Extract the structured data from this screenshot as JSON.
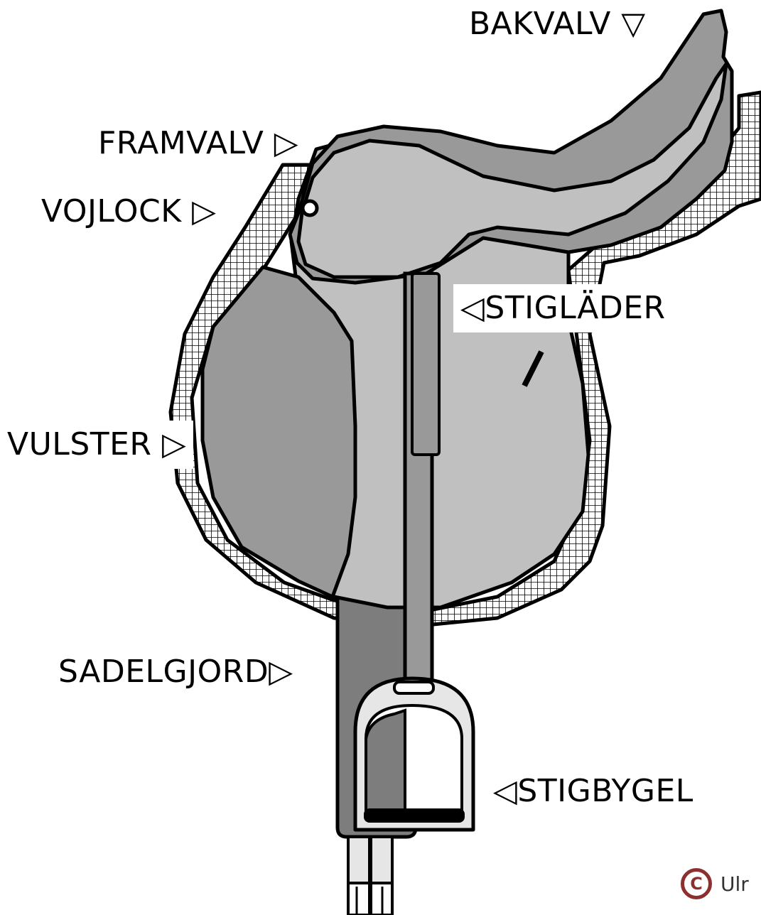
{
  "labels": {
    "bakvalv": "BAKVALV ▽",
    "framvalv": "FRAMVALV ▷",
    "vojlock": "VOJLOCK ▷",
    "stiglader": "◁STIGLÄDER",
    "vulster": "VULSTER ▷",
    "sadelgjord": "SADELGJORD▷",
    "stigbygel": "◁STIGBYGEL"
  },
  "copyright": {
    "symbol": "C",
    "text": "Ulr"
  },
  "colors": {
    "outline": "#000000",
    "seat_light": "#c0c0c0",
    "panel_mid": "#999999",
    "girth_dark": "#7d7d7d",
    "pad_grid": "#ffffff",
    "copyright_accent": "#8b2f2f"
  }
}
